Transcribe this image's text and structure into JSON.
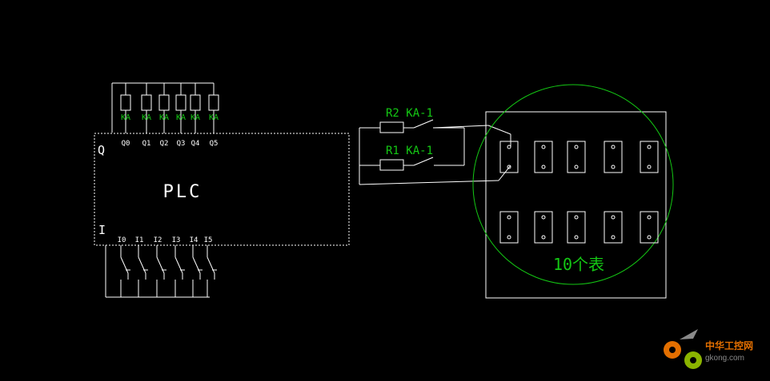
{
  "plc": {
    "title": "PLC",
    "output_marker": "Q",
    "input_marker": "I",
    "output_terminals": [
      "Q0",
      "Q1",
      "Q2",
      "Q3",
      "Q4",
      "Q5"
    ],
    "input_terminals": [
      "I0",
      "I1",
      "I2",
      "I3",
      "I4",
      "I5"
    ]
  },
  "coils": [
    "KA",
    "KA",
    "KA",
    "KA",
    "KA",
    "KA"
  ],
  "relay_circuit": {
    "top_label": "R2 KA-1",
    "bottom_label": "R1 KA-1"
  },
  "meter_panel": {
    "label": "10个表",
    "meter_count": 10
  },
  "watermark": {
    "brand": "中华工控网",
    "url": "gkong.com"
  },
  "colors": {
    "background": "#000000",
    "wire": "#ffffff",
    "label": "#14c814",
    "watermark": "#e36f00"
  }
}
